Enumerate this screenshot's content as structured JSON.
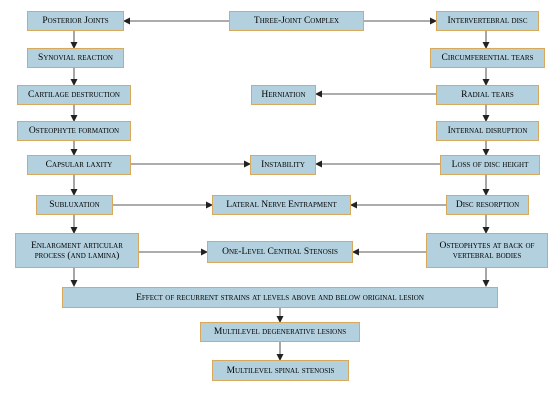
{
  "nodes": {
    "three_joint_complex": "Three-Joint Complex",
    "posterior_joints": "Posterior Joints",
    "intervertebral_disc": "Intervertebral disc",
    "synovial_reaction": "Synovial reaction",
    "circumferential_tears": "Circumferential tears",
    "herniation": "Herniation",
    "cartilage_destruction": "Cartilage destruction",
    "radial_tears": "Radial tears",
    "osteophyte_formation": "Osteophyte formation",
    "internal_disruption": "Internal disruption",
    "capsular_laxity": "Capsular laxity",
    "instability": "Instability",
    "loss_of_disc_height": "Loss of disc height",
    "subluxation": "Subluxation",
    "lateral_nerve_entrapment": "Lateral Nerve Entrapment",
    "disc_resorption": "Disc resorption",
    "enlargment_articular": "Enlargment articular process (and lamina)",
    "one_level_central_stenosis": "One-Level Central Stenosis",
    "osteophytes_back": "Osteophytes at back of vertebral bodies",
    "effect_recurrent_strains": "Effect of recurrent strains at levels above and below original lesion",
    "multilevel_degenerative": "Multilevel degenerative lesions",
    "multilevel_spinal_stenosis": "Multilevel spinal stenosis"
  },
  "colors": {
    "box_fill": "#b3d0de",
    "box_border": "#d8a85c",
    "arrow": "#222222"
  }
}
